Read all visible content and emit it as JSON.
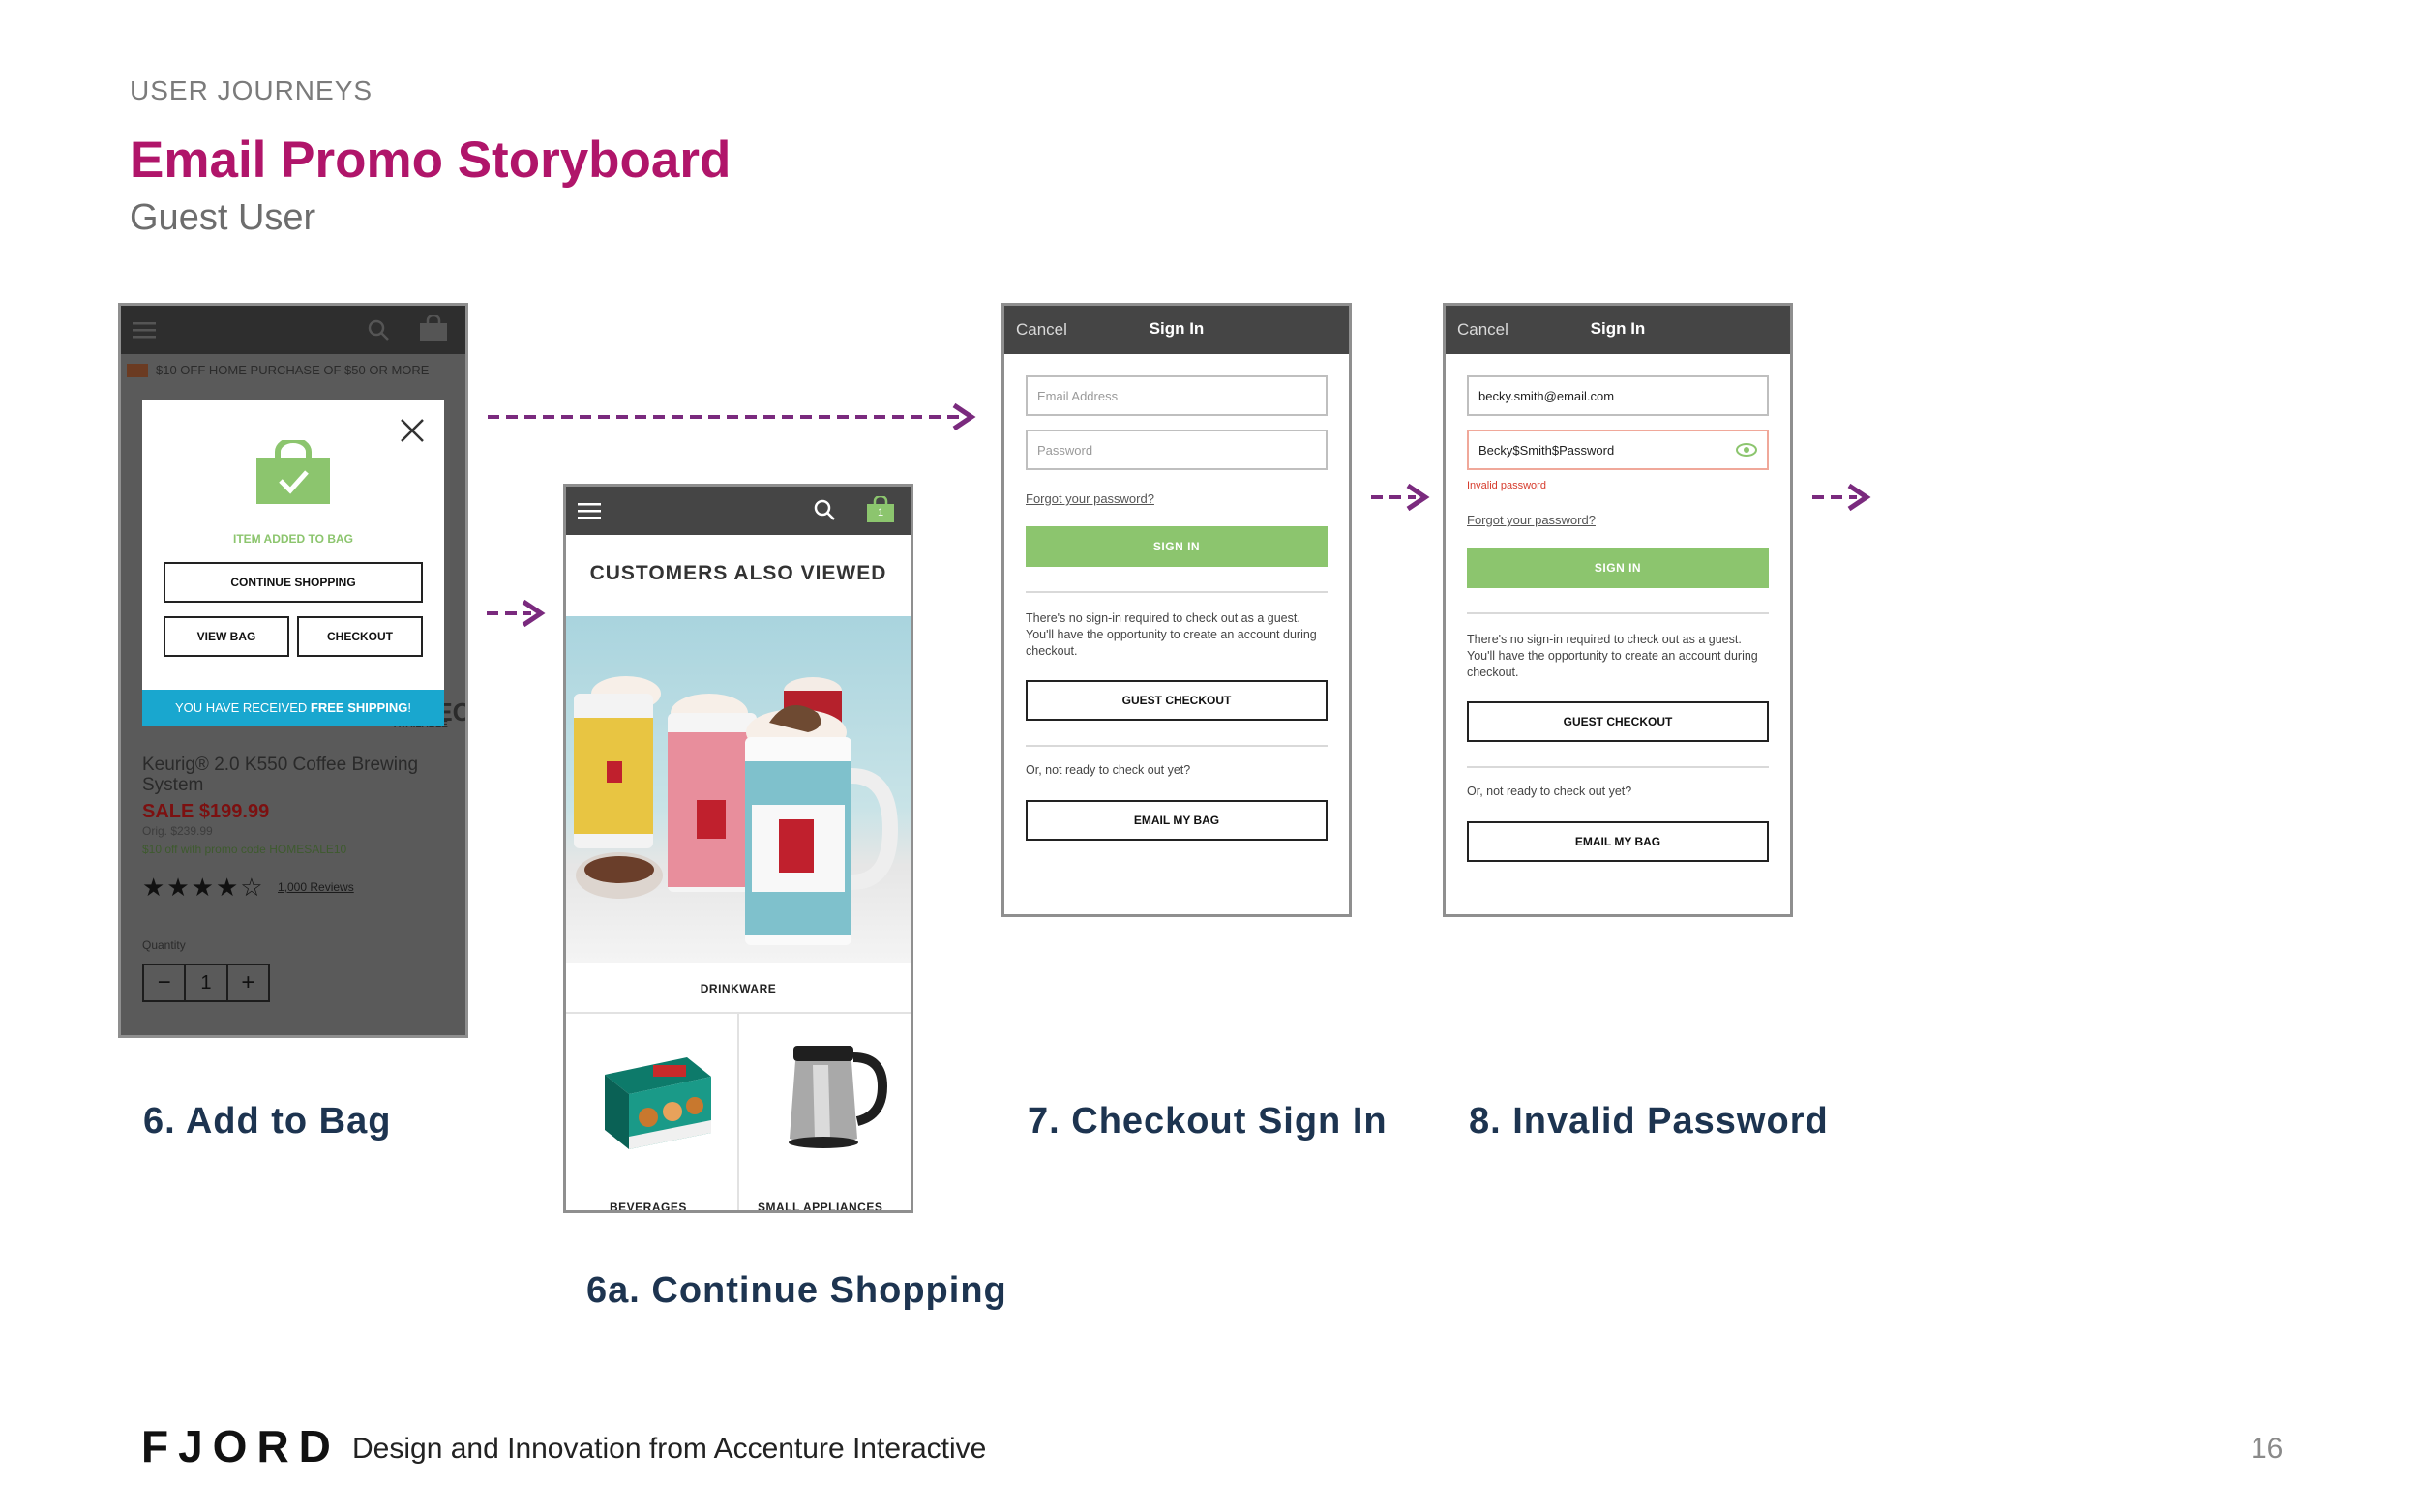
{
  "header": {
    "eyebrow": "USER JOURNEYS",
    "title": "Email Promo Storyboard",
    "subtitle": "Guest User"
  },
  "steps": {
    "add_to_bag": "6. Add to Bag",
    "continue_shopping": "6a. Continue Shopping",
    "checkout_sign_in": "7. Checkout Sign In",
    "invalid_password": "8. Invalid Password"
  },
  "add_to_bag_screen": {
    "promo_strip": "$10 OFF HOME PURCHASE OF $50 OR MORE",
    "modal_status": "ITEM ADDED TO BAG",
    "continue_shopping": "CONTINUE SHOPPING",
    "view_bag": "VIEW BAG",
    "checkout": "CHECKOUT",
    "banner_prefix": "YOU HAVE RECEIVED ",
    "banner_bold": "FREE SHIPPING",
    "banner_suffix": "!",
    "video_badge": "VIDEO",
    "video_sub": "AVAILABLE",
    "product_name": "Keurig® 2.0 K550 Coffee Brewing System",
    "sale_price": "SALE $199.99",
    "orig_price": "Orig. $239.99",
    "promo_line": "$10 off with promo code HOMESALE10",
    "reviews": "1,000 Reviews",
    "rating": 4,
    "rating_max": 5,
    "quantity_label": "Quantity",
    "quantity": "1",
    "minus": "−",
    "plus": "+"
  },
  "continue_shopping_screen": {
    "heading": "CUSTOMERS ALSO VIEWED",
    "bag_count": "1",
    "categories": [
      "DRINKWARE",
      "BEVERAGES",
      "SMALL APPLIANCES"
    ]
  },
  "sign_in_screen": {
    "cancel": "Cancel",
    "title": "Sign In",
    "email_placeholder": "Email Address",
    "password_placeholder": "Password",
    "forgot": "Forgot your password?",
    "sign_in_button": "SIGN IN",
    "guest_note": "There's no sign-in required to check out as a guest. You'll have the opportunity to create an account during checkout.",
    "guest_checkout": "GUEST CHECKOUT",
    "not_ready": "Or, not ready to check out yet?",
    "email_bag": "EMAIL MY BAG"
  },
  "invalid_screen": {
    "cancel": "Cancel",
    "title": "Sign In",
    "email_value": "becky.smith@email.com",
    "password_value": "Becky$Smith$Password",
    "error": "Invalid password",
    "forgot": "Forgot your password?",
    "sign_in_button": "SIGN IN",
    "guest_note": "There's no sign-in required to check out as a guest. You'll have the opportunity to create an account during checkout.",
    "guest_checkout": "GUEST CHECKOUT",
    "not_ready": "Or, not ready to check out yet?",
    "email_bag": "EMAIL MY BAG"
  },
  "footer": {
    "logo": "FJORD",
    "tagline": "Design and Innovation from Accenture Interactive",
    "page": "16"
  },
  "colors": {
    "title": "#b0156a",
    "step_label": "#1d3450",
    "arrow": "#7a2a7e",
    "green": "#8cc56e",
    "blue_banner": "#19a7cf",
    "bar": "#454545"
  }
}
